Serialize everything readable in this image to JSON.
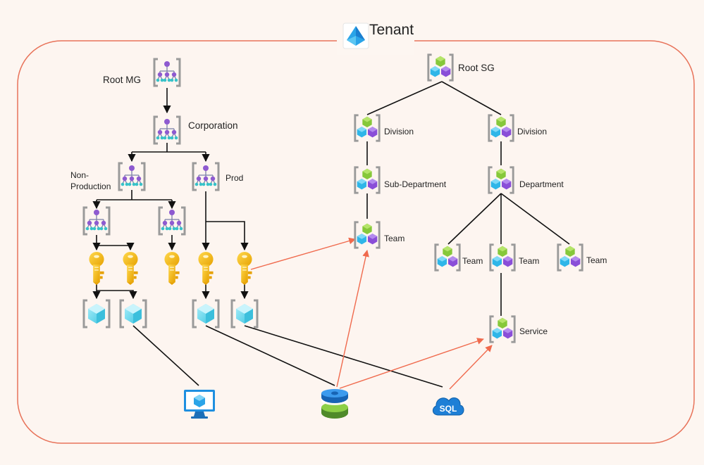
{
  "tenant": {
    "label": "Tenant"
  },
  "management_groups": {
    "root": "Root MG",
    "corporation": "Corporation",
    "nonprod_line1": "Non-",
    "nonprod_line2": "Production",
    "prod": "Prod"
  },
  "service_groups": {
    "root": "Root SG",
    "division_left": "Division",
    "division_right": "Division",
    "sub_department": "Sub-Department",
    "department": "Department",
    "team_left": "Team",
    "team_right_1": "Team",
    "team_right_2": "Team",
    "team_right_3": "Team",
    "service": "Service"
  },
  "resources": {
    "sql_label": "SQL"
  },
  "colors": {
    "background": "#fdf6f1",
    "tenant_border": "#e8735a",
    "hierarchy_line": "#111111",
    "membership_arrow": "#f06a4d",
    "key_gold": "#f2b705",
    "resource_cyan": "#5fd3ea",
    "sg_green": "#86c83a",
    "sg_blue": "#2fb6e8",
    "sg_purple": "#8a4ed8",
    "mg_purple": "#8e5ad0",
    "mg_teal": "#37c2c8"
  },
  "icons": {
    "tenant": "entra-id-icon",
    "management_group": "management-group-icon",
    "service_group": "service-group-icon",
    "subscription": "key-icon",
    "resource_group": "resource-group-icon",
    "virtual_machine": "virtual-machine-icon",
    "storage": "storage-account-icon",
    "sql": "sql-database-icon"
  }
}
